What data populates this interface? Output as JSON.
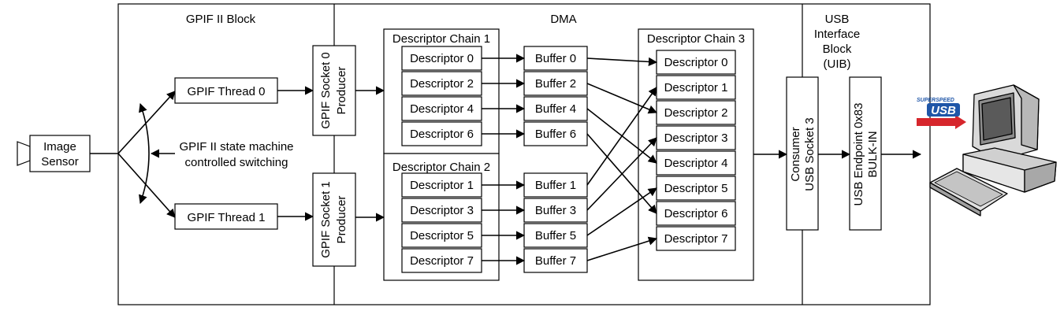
{
  "sensor": {
    "line1": "Image",
    "line2": "Sensor"
  },
  "gpif": {
    "title": "GPIF II Block",
    "thread0": "GPIF Thread 0",
    "thread1": "GPIF Thread 1",
    "switch_line1": "GPIF II state machine",
    "switch_line2": "controlled switching",
    "socket0_line1": "GPIF Socket 0",
    "socket0_line2": "Producer",
    "socket1_line1": "GPIF Socket 1",
    "socket1_line2": "Producer"
  },
  "dma": {
    "title": "DMA",
    "chain1": {
      "title": "Descriptor Chain 1",
      "descriptors": [
        "Descriptor 0",
        "Descriptor 2",
        "Descriptor 4",
        "Descriptor 6"
      ],
      "buffers": [
        "Buffer 0",
        "Buffer 2",
        "Buffer 4",
        "Buffer 6"
      ]
    },
    "chain2": {
      "title": "Descriptor Chain 2",
      "descriptors": [
        "Descriptor 1",
        "Descriptor 3",
        "Descriptor 5",
        "Descriptor 7"
      ],
      "buffers": [
        "Buffer 1",
        "Buffer 3",
        "Buffer 5",
        "Buffer 7"
      ]
    },
    "chain3": {
      "title": "Descriptor Chain 3",
      "descriptors": [
        "Descriptor 0",
        "Descriptor 1",
        "Descriptor 2",
        "Descriptor 3",
        "Descriptor 4",
        "Descriptor 5",
        "Descriptor 6",
        "Descriptor 7"
      ]
    }
  },
  "uib": {
    "title_lines": [
      "USB",
      "Interface",
      "Block",
      "(UIB)"
    ],
    "socket_line1": "Consumer",
    "socket_line2": "USB Socket 3",
    "endpoint_line1": "USB Endpoint 0x83",
    "endpoint_line2": "BULK-IN"
  },
  "logo": {
    "top": "SUPERSPEED",
    "main": "USB",
    "brand_color": "#1f56a8",
    "accent_color": "#d6262c"
  },
  "icons": [
    "sensor-icon",
    "computer-icon",
    "superspeed-usb-logo"
  ]
}
